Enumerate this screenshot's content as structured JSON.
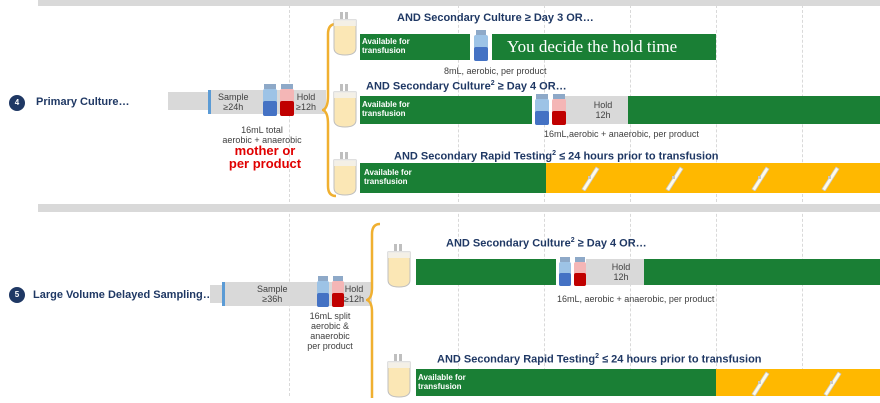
{
  "rows": [
    {
      "number": "4",
      "label": "Primary Culture…",
      "sample": {
        "line1": "Sample",
        "line2": "≥24h"
      },
      "hold": {
        "line1": "Hold",
        "line2": "≥12h"
      },
      "volume_note": {
        "line1": "16mL total",
        "line2": "aerobic + anaerobic"
      },
      "red_note": {
        "line1": "mother or",
        "line2": "per product"
      }
    },
    {
      "number": "5",
      "label": "Large Volume Delayed Sampling…",
      "sample": {
        "line1": "Sample",
        "line2": "≥36h"
      },
      "hold": {
        "line1": "Hold",
        "line2": "≥12h"
      },
      "volume_note": {
        "line1": "16mL split",
        "line2": "aerobic &",
        "line3": "anaerobic",
        "line4": "per product"
      }
    }
  ],
  "options": [
    {
      "title": "AND Secondary Culture ≥ Day 3 OR…",
      "available": {
        "line1": "Available for",
        "line2": "transfusion"
      },
      "decide_text": "You decide the hold time",
      "note": "8mL, aerobic, per product"
    },
    {
      "title_pre": "AND Secondary Culture",
      "title_sup": "2",
      "title_post": " ≥ Day 4 OR…",
      "available": {
        "line1": "Available for",
        "line2": "transfusion"
      },
      "hold": {
        "line1": "Hold",
        "line2": "12h"
      },
      "note": "16mL,aerobic + anaerobic, per product"
    },
    {
      "title_pre": "AND Secondary Rapid Testing",
      "title_sup": "2",
      "title_post": " ≤ 24 hours prior to transfusion",
      "available": {
        "line1": "Available for",
        "line2": "transfusion"
      }
    },
    {
      "title_pre": "AND Secondary Culture",
      "title_sup": "2",
      "title_post": " ≥ Day 4 OR…",
      "hold": {
        "line1": "Hold",
        "line2": "12h"
      },
      "note": "16mL, aerobic + anaerobic, per product"
    },
    {
      "title_pre": "AND Secondary Rapid Testing",
      "title_sup": "2",
      "title_post": " ≤ 24 hours prior to transfusion",
      "available": {
        "line1": "Available for",
        "line2": "transfusion"
      }
    }
  ],
  "colors": {
    "green": "#1a7f35",
    "orange": "#ffb800",
    "navy": "#1f3864",
    "red": "#e00000",
    "bracket": "#f0b030",
    "gray": "#d9d9d9"
  },
  "icons": [
    "blood-bag-icon",
    "culture-bottle-icon",
    "rapid-test-strip-icon"
  ]
}
